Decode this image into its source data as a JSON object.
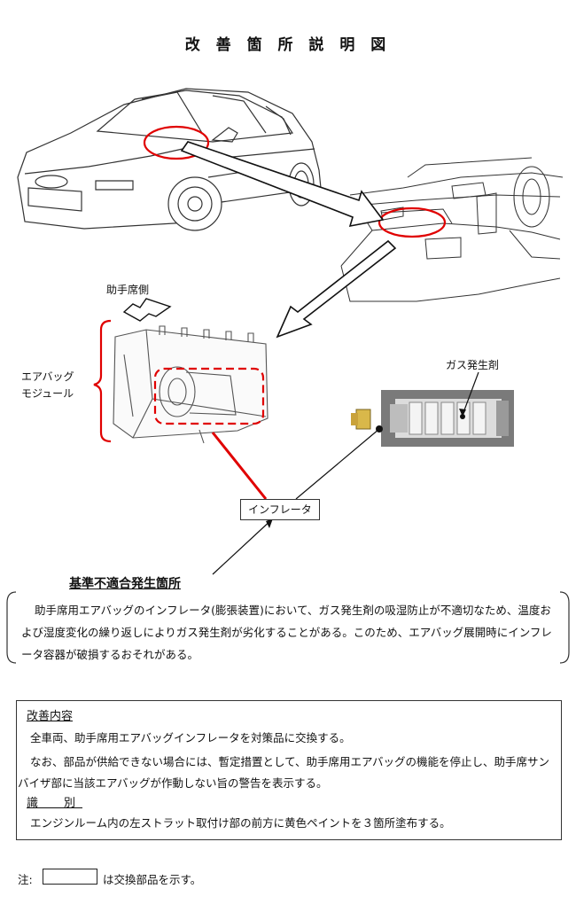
{
  "title": "改 善 箇 所 説 明 図",
  "diagram": {
    "passenger_side_label": "助手席側",
    "airbag_module_label_line1": "エアバッグ",
    "airbag_module_label_line2": "モジュール",
    "gas_generant_label": "ガス発生剤",
    "inflator_label": "インフレータ",
    "highlight_color": "#e00000"
  },
  "defect": {
    "heading": "基準不適合発生箇所",
    "text": "助手席用エアバッグのインフレータ(膨張装置)において、ガス発生剤の吸湿防止が不適切なため、温度および湿度変化の繰り返しによりガス発生剤が劣化することがある。このため、エアバッグ展開時にインフレータ容器が破損するおそれがある。"
  },
  "remedy": {
    "heading": "改善内容",
    "line1": "全車両、助手席用エアバッグインフレータを対策品に交換する。",
    "line2": "なお、部品が供給できない場合には、暫定措置として、助手席用エアバッグの機能を停止し、助手席サンバイザ部に当該エアバッグが作動しない旨の警告を表示する。",
    "id_heading": "識　別",
    "id_text": "エンジンルーム内の左ストラット取付け部の前方に黄色ペイントを３箇所塗布する。"
  },
  "note": {
    "prefix": "注:",
    "text": "は交換部品を示す。"
  }
}
